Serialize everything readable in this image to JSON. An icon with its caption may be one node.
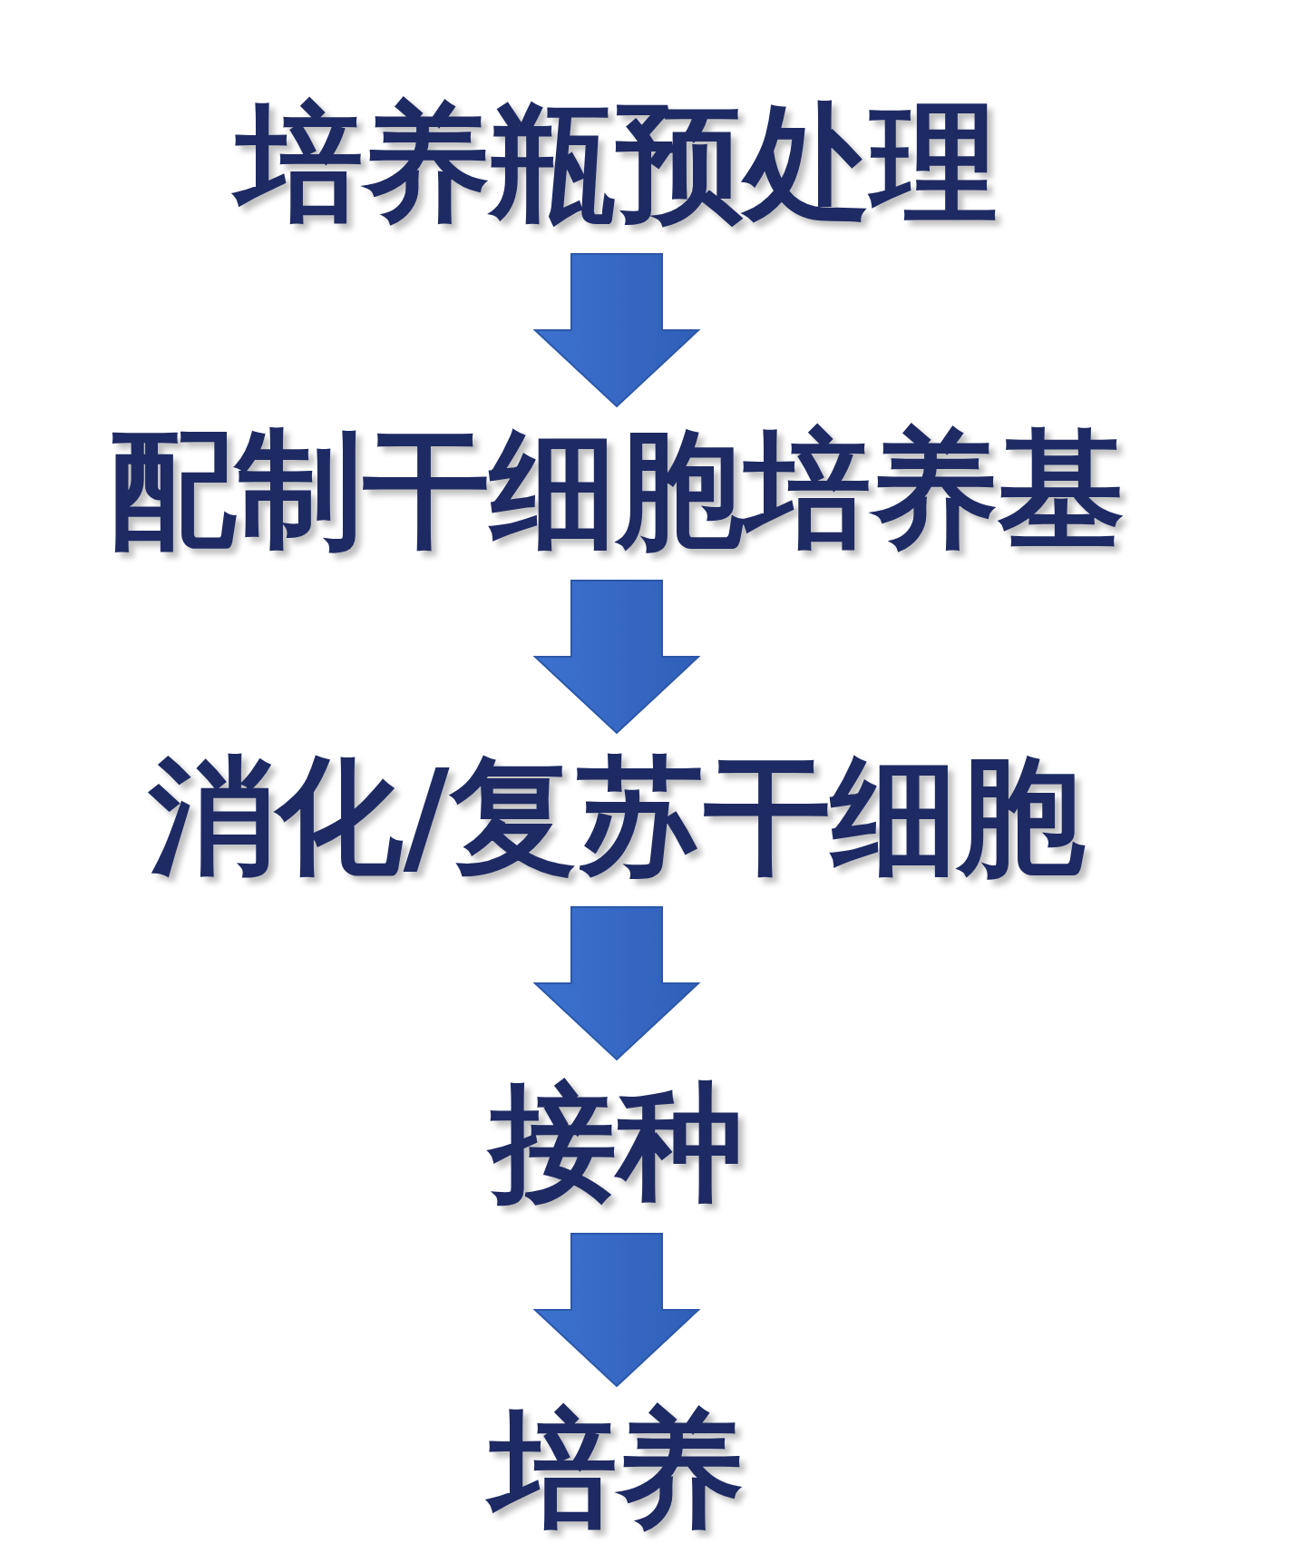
{
  "diagram": {
    "nodes": [
      {
        "text": [
          "培养瓶预处理"
        ]
      },
      {
        "text": [
          "配制干细胞培养基"
        ]
      },
      {
        "text": [
          "消化/复苏干细胞"
        ]
      },
      {
        "text": [
          "接种"
        ]
      },
      {
        "text": [
          "培养"
        ]
      }
    ],
    "edges": [
      {
        "from": 0,
        "to": 1,
        "arrow": "to"
      },
      {
        "from": 1,
        "to": 2,
        "arrow": "to"
      },
      {
        "from": 2,
        "to": 3,
        "arrow": "to"
      },
      {
        "from": 3,
        "to": 4,
        "arrow": "to"
      }
    ]
  }
}
